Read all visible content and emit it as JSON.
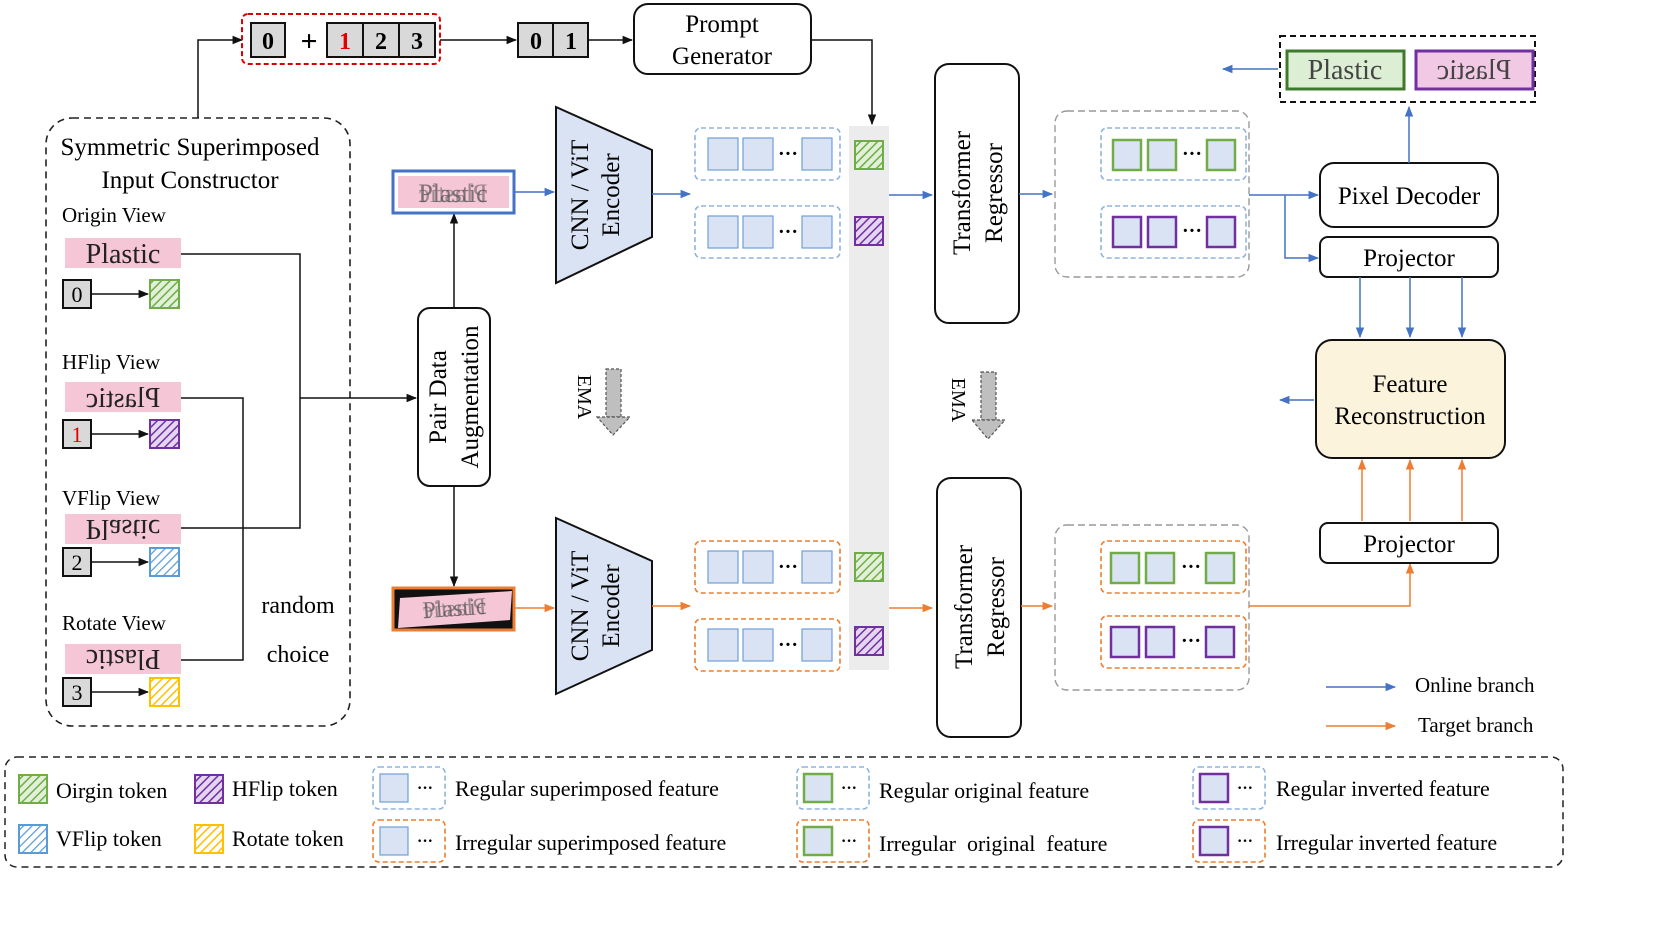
{
  "constructor": {
    "title_line1": "Symmetric Superimposed",
    "title_line2": "Input Constructor",
    "views": [
      {
        "label": "Origin View",
        "token": "0",
        "word": "Plastic"
      },
      {
        "label": "HFlip View",
        "token": "1",
        "word": "Plastic"
      },
      {
        "label": "VFlip View",
        "token": "2",
        "word": "Plastic"
      },
      {
        "label": "Rotate View",
        "token": "3",
        "word": "Plastic"
      }
    ],
    "random_line1": "random",
    "random_line2": "choice"
  },
  "token_sequence": {
    "first": "0",
    "plus": "+",
    "rest": [
      "1",
      "2",
      "3"
    ]
  },
  "prompt_pair": [
    "0",
    "1"
  ],
  "prompt_generator": {
    "line1": "Prompt",
    "line2": "Generator"
  },
  "pair_augmentation": {
    "line1": "Pair  Data",
    "line2": "Augmentation"
  },
  "encoder": {
    "line1": "CNN / ViT",
    "line2": "Encoder"
  },
  "ema_label": "EMA",
  "regressor": {
    "line1": "Transformer",
    "line2": "Regressor"
  },
  "pixel_decoder": "Pixel Decoder",
  "projector": "Projector",
  "feature_reconstruction": {
    "line1": "Feature",
    "line2": "Reconstruction"
  },
  "output_words": [
    "Plastic",
    "Plastic"
  ],
  "sample_word": "Plastic",
  "ellipsis": "···",
  "branches": {
    "online": "Online branch",
    "target": "Target branch"
  },
  "legend": {
    "origin_token": "Oirgin token",
    "hflip_token": "HFlip token",
    "vflip_token": "VFlip token",
    "rotate_token": "Rotate token",
    "regular_superimposed": "Regular superimposed feature",
    "irregular_superimposed": "Irregular superimposed feature",
    "regular_original": "Regular original feature",
    "irregular_original": "Irregular  original  feature",
    "regular_inverted": "Regular inverted feature",
    "irregular_inverted": "Irregular inverted feature"
  },
  "colors": {
    "online": "#4472c4",
    "target": "#ed7d31",
    "origin_token": "#70ad47",
    "hflip_token": "#7030a0",
    "vflip_token": "#5b9bd5",
    "rotate_token": "#ffc000",
    "feature_fill": "#dae3f3",
    "encoder_fill": "#dae3f3",
    "reconstruction_fill": "#fbf3dc",
    "highlight_red": "#e00000",
    "word_bg": "#f5c6d6",
    "token_box": "#d9d9d9",
    "prompt_strip": "#ececec"
  }
}
